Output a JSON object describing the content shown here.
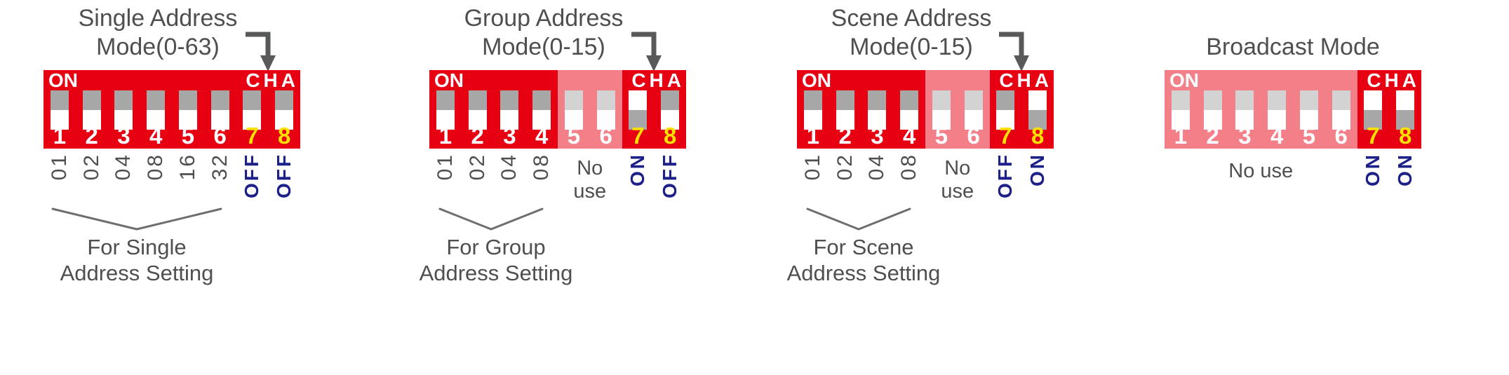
{
  "colors": {
    "panel_red": "#e60012",
    "track_gray": "#a7a7a7",
    "handle_white": "#ffffff",
    "channel_yellow": "#ffe100",
    "onoff_blue": "#1d2088",
    "text_gray": "#4f4f4f"
  },
  "icons": {
    "mode_pointer": "corner-down-arrow"
  },
  "modes": [
    {
      "title1": "Single Address",
      "title2": "Mode(0-63)",
      "on_label": "ON",
      "cha_label": "CHA",
      "switches": [
        {
          "num": "1",
          "state": "down"
        },
        {
          "num": "2",
          "state": "down"
        },
        {
          "num": "3",
          "state": "down"
        },
        {
          "num": "4",
          "state": "down"
        },
        {
          "num": "5",
          "state": "down"
        },
        {
          "num": "6",
          "state": "down"
        },
        {
          "num": "7",
          "state": "down"
        },
        {
          "num": "8",
          "state": "down"
        }
      ],
      "values": [
        "01",
        "02",
        "04",
        "08",
        "16",
        "32"
      ],
      "ch7": "OFF",
      "ch8": "OFF",
      "caption1": "For Single",
      "caption2": "Address Setting"
    },
    {
      "title1": "Group Address",
      "title2": "Mode(0-15)",
      "on_label": "ON",
      "cha_label": "CHA",
      "switches": [
        {
          "num": "1",
          "state": "down"
        },
        {
          "num": "2",
          "state": "down"
        },
        {
          "num": "3",
          "state": "down"
        },
        {
          "num": "4",
          "state": "down"
        },
        {
          "num": "5",
          "state": "down"
        },
        {
          "num": "6",
          "state": "down"
        },
        {
          "num": "7",
          "state": "up"
        },
        {
          "num": "8",
          "state": "down"
        }
      ],
      "values": [
        "01",
        "02",
        "04",
        "08"
      ],
      "no_use_line1": "No",
      "no_use_line2": "use",
      "ch7": "ON",
      "ch8": "OFF",
      "caption1": "For Group",
      "caption2": "Address Setting"
    },
    {
      "title1": "Scene Address",
      "title2": "Mode(0-15)",
      "on_label": "ON",
      "cha_label": "CHA",
      "switches": [
        {
          "num": "1",
          "state": "down"
        },
        {
          "num": "2",
          "state": "down"
        },
        {
          "num": "3",
          "state": "down"
        },
        {
          "num": "4",
          "state": "down"
        },
        {
          "num": "5",
          "state": "down"
        },
        {
          "num": "6",
          "state": "down"
        },
        {
          "num": "7",
          "state": "down"
        },
        {
          "num": "8",
          "state": "up"
        }
      ],
      "values": [
        "01",
        "02",
        "04",
        "08"
      ],
      "no_use_line1": "No",
      "no_use_line2": "use",
      "ch7": "OFF",
      "ch8": "ON",
      "caption1": "For Scene",
      "caption2": "Address Setting"
    },
    {
      "title1": "Broadcast Mode",
      "on_label": "ON",
      "cha_label": "CHA",
      "switches": [
        {
          "num": "1",
          "state": "down"
        },
        {
          "num": "2",
          "state": "down"
        },
        {
          "num": "3",
          "state": "down"
        },
        {
          "num": "4",
          "state": "down"
        },
        {
          "num": "5",
          "state": "down"
        },
        {
          "num": "6",
          "state": "down"
        },
        {
          "num": "7",
          "state": "up"
        },
        {
          "num": "8",
          "state": "up"
        }
      ],
      "no_use": "No use",
      "ch7": "ON",
      "ch8": "ON"
    }
  ]
}
